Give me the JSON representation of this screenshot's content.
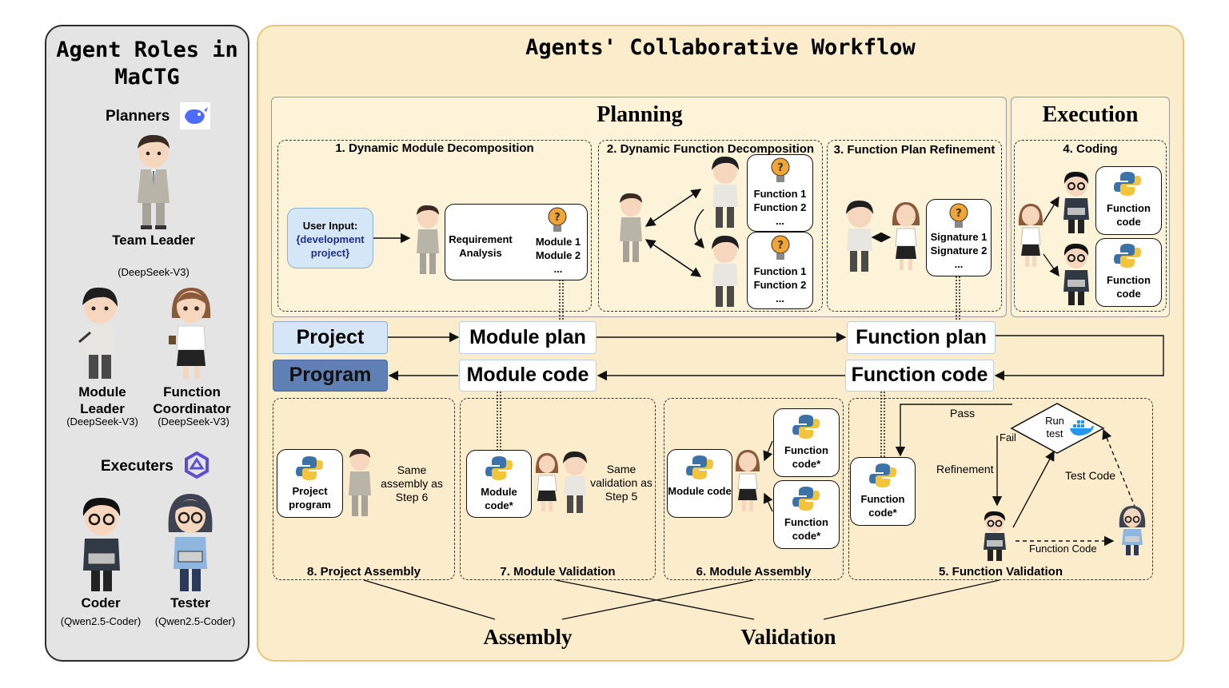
{
  "roles": {
    "title": "Agent Roles in MaCTG",
    "planners_label": "Planners",
    "executers_label": "Executers",
    "team_leader": {
      "name": "Team Leader",
      "model": "(DeepSeek-V3)"
    },
    "module_leader": {
      "name": "Module Leader",
      "model": "(DeepSeek-V3)"
    },
    "function_coordinator": {
      "name": "Function Coordinator",
      "model": "(DeepSeek-V3)"
    },
    "coder": {
      "name": "Coder",
      "model": "(Qwen2.5-Coder)"
    },
    "tester": {
      "name": "Tester",
      "model": "(Qwen2.5-Coder)"
    }
  },
  "workflow": {
    "title": "Agents' Collaborative Workflow",
    "planning_label": "Planning",
    "execution_label": "Execution",
    "assembly_label": "Assembly",
    "validation_label": "Validation",
    "steps": {
      "s1": "1. Dynamic Module Decomposition",
      "s2": "2. Dynamic Function Decomposition",
      "s3": "3. Function Plan Refinement",
      "s4": "4. Coding",
      "s5": "5. Function Validation",
      "s6": "6. Module Assembly",
      "s7": "7. Module Validation",
      "s8": "8. Project Assembly"
    },
    "user_input": {
      "line1": "User Input:",
      "line2": "{development project}"
    },
    "requirement_analysis": "Requirement Analysis",
    "module_list": [
      "Module 1",
      "Module 2",
      "..."
    ],
    "function_list": [
      "Function 1",
      "Function 2",
      "..."
    ],
    "signature_list": [
      "Signature 1",
      "Signature 2",
      "..."
    ],
    "function_code": "Function code",
    "function_code_star": "Function code*",
    "module_code": "Module code",
    "module_code_star": "Module code*",
    "project_program": "Project program",
    "same_assembly": "Same assembly as Step 6",
    "same_validation": "Same validation as Step 5",
    "flow": {
      "project": "Project",
      "program": "Program",
      "module_plan": "Module plan",
      "module_code": "Module code",
      "function_plan": "Function plan",
      "function_code": "Function code"
    },
    "validation_labels": {
      "pass": "Pass",
      "fail": "Fail",
      "run_test": "Run test",
      "refinement": "Refinement",
      "test_code": "Test Code",
      "function_code": "Function Code"
    }
  },
  "colors": {
    "left_panel": "#e4e4e4",
    "main_panel": "#fbeccb",
    "project_box": "#d5e6f6",
    "program_box": "#5f80b4",
    "python_blue": "#3b73a8",
    "python_yellow": "#f2c43c",
    "bulb": "#f0a534"
  }
}
